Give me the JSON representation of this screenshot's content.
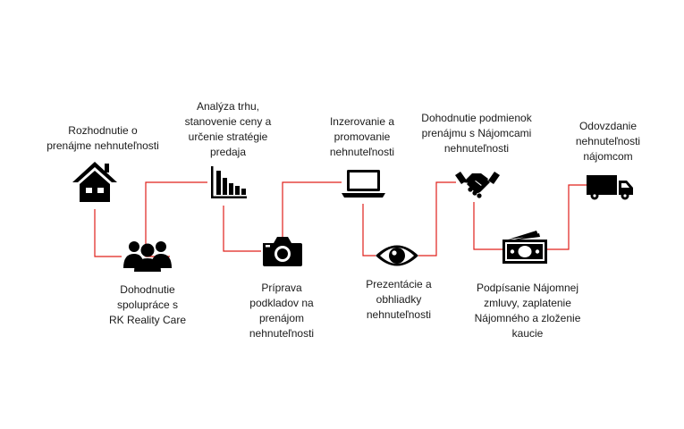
{
  "colors": {
    "connector": "#e0201b",
    "icon": "#000000",
    "text": "#1a1a1a"
  },
  "steps": [
    {
      "icon": "house-icon",
      "label": "Rozhodnutie o\nprenájme nehnuteľnosti"
    },
    {
      "icon": "people-group-icon",
      "label": "Dohodnutie\nspolupráce s\nRK Reality Care"
    },
    {
      "icon": "bar-chart-icon",
      "label": "Analýza trhu,\nstanovenie ceny a\nurčenie stratégie\npredaja"
    },
    {
      "icon": "camera-icon",
      "label": "Príprava\npodkladov na\nprenájom\nnehnuteľnosti"
    },
    {
      "icon": "laptop-icon",
      "label": "Inzerovanie a\npromovanie\nnehnuteľnosti"
    },
    {
      "icon": "eye-icon",
      "label": "Prezentácie a\nobhliadky\nnehnuteľnosti"
    },
    {
      "icon": "handshake-icon",
      "label": "Dohodnutie podmienok\nprenájmu s Nájomcami\nnehnuteľnosti"
    },
    {
      "icon": "money-icon",
      "label": "Podpísanie Nájomnej\nzmluvy, zaplatenie\nNájomného a zloženie\nkaucie"
    },
    {
      "icon": "truck-icon",
      "label": "Odovzdanie\nnehnuteľnosti\nnájomcom"
    }
  ]
}
